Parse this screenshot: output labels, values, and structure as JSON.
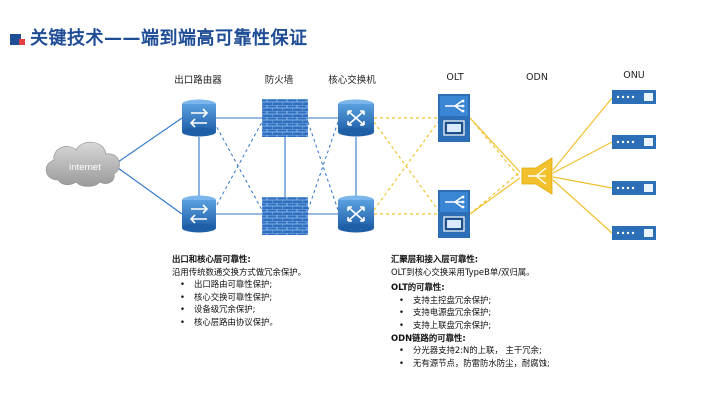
{
  "header": {
    "title": "关键技术——端到端高可靠性保证"
  },
  "labels": {
    "egress_router": "出口路由器",
    "firewall": "防火墙",
    "core_switch": "核心交换机",
    "olt": "OLT",
    "odn": "ODN",
    "onu": "ONU",
    "internet": "internet"
  },
  "left_block": {
    "heading": "出口和核心层可靠性:",
    "subtitle": "沿用传统数通交换方式做冗余保护。",
    "items": [
      "出口路由可靠性保护;",
      "核心交换可靠性保护;",
      "设备级冗余保护;",
      "核心层路由协议保护。"
    ]
  },
  "right_block": {
    "heading1": "汇聚层和接入层可靠性:",
    "line1": "OLT到核心交换采用TypeB单/双归属。",
    "heading2": "OLT的可靠性:",
    "olt_items": [
      "支持主控盘冗余保护;",
      "支持电源盘冗余保护;",
      "支持上联盘冗余保护;"
    ],
    "heading3": "ODN链路的可靠性:",
    "odn_items": [
      "分光器支持2:N的上联， 主干冗余;",
      "无有源节点，防雷防水防尘，耐腐蚀;"
    ]
  },
  "colors": {
    "title": "#1f4e96",
    "blue_link": "#2e75c8",
    "yellow_link": "#f2c12e",
    "device": "#2c6fb7"
  },
  "icons": {
    "router": "router-icon",
    "firewall": "firewall-icon",
    "switch": "switch-icon",
    "olt": "olt-icon",
    "odn": "splitter-icon",
    "onu": "onu-icon",
    "cloud": "cloud-icon"
  }
}
